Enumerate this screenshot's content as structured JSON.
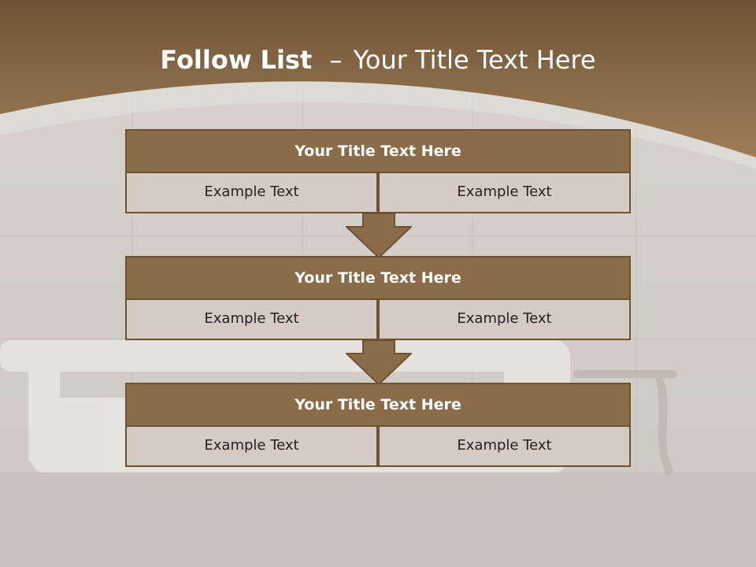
{
  "header": {
    "title_bold": "Follow List",
    "title_separator": "–",
    "title_rest": "Your Title Text Here"
  },
  "steps": [
    {
      "title": "Your Title Text Here",
      "cells": [
        "Example Text",
        "Example Text"
      ]
    },
    {
      "title": "Your Title Text Here",
      "cells": [
        "Example Text",
        "Example Text"
      ]
    },
    {
      "title": "Your Title Text Here",
      "cells": [
        "Example Text",
        "Example Text"
      ]
    }
  ],
  "colors": {
    "header_brown": "#8f6f4a",
    "block_title_fill": "#8a6c48",
    "block_border": "#6b5232",
    "block_cell_fill": "#d5cbc2",
    "arrow_fill": "#8a6c48"
  }
}
